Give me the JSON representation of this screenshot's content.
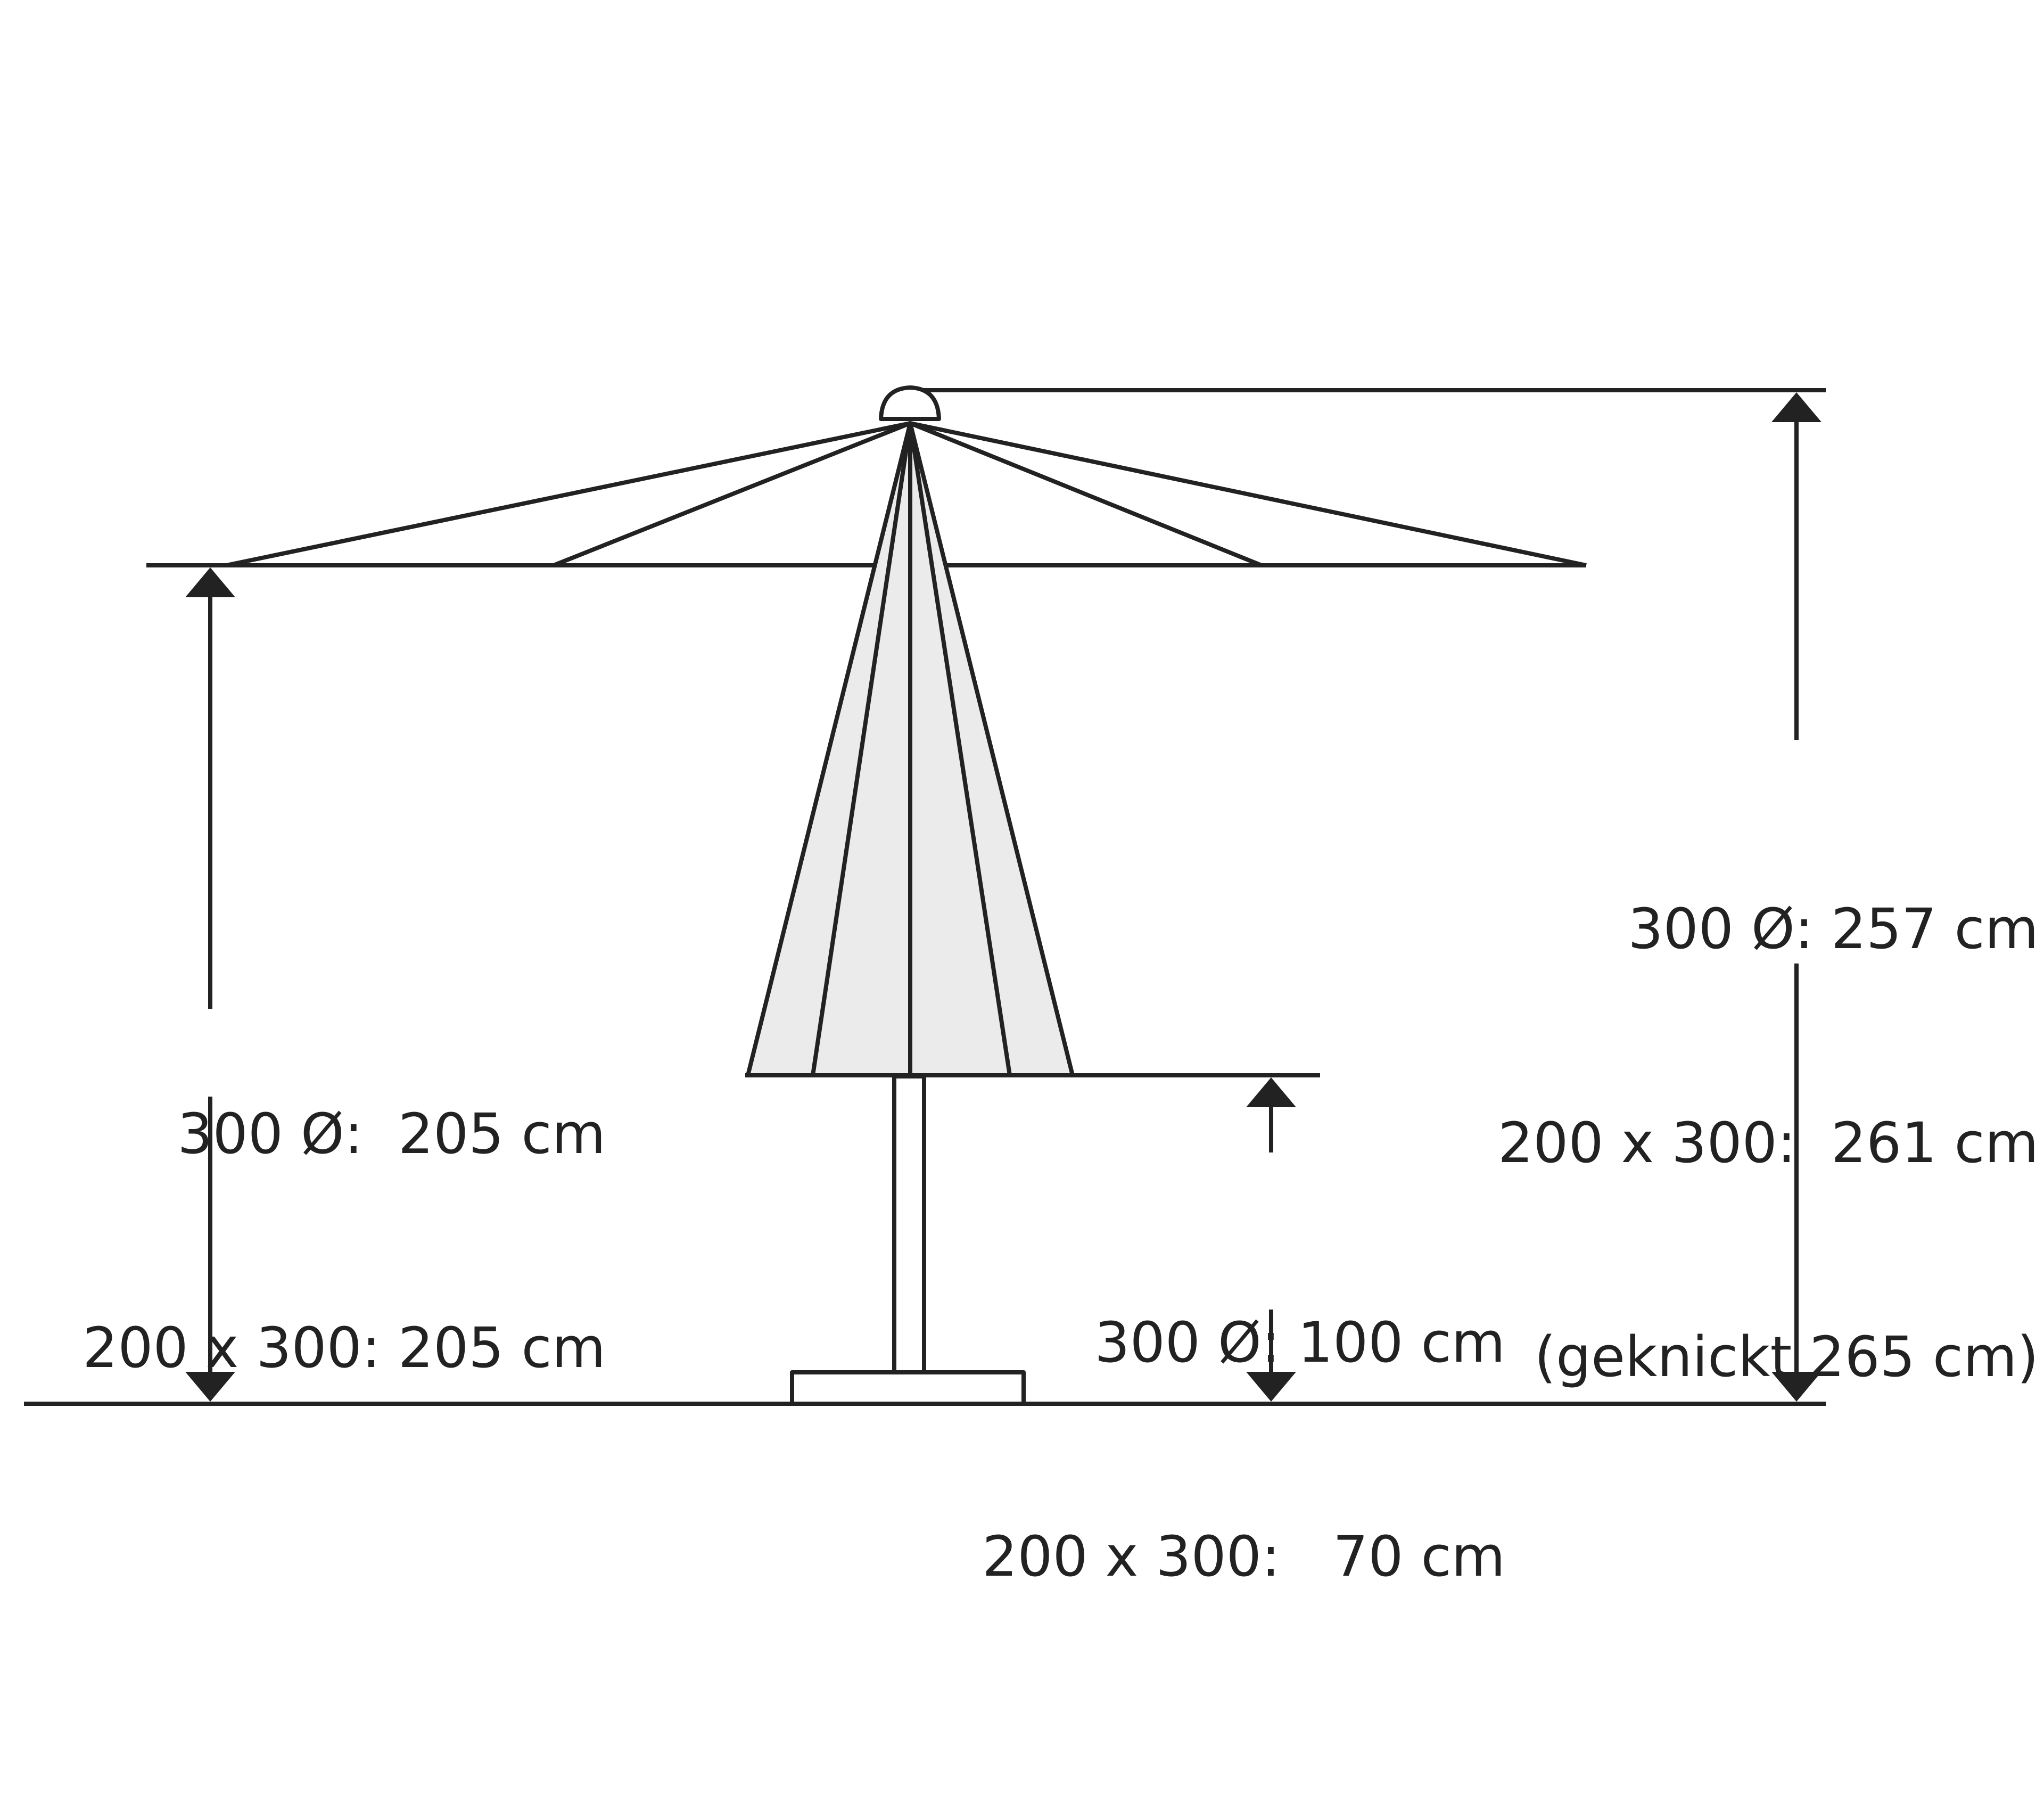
{
  "colors": {
    "line": "#222222",
    "canopy_fill": "#ebebeb",
    "background": "#ffffff"
  },
  "labels": {
    "canopy_height": {
      "line1": "300 Ø:  205 cm",
      "line2": "200 x 300: 205 cm"
    },
    "total_height": {
      "line1": "300 Ø: 257 cm",
      "line2": "200 x 300:  261 cm",
      "line3": "(geknickt 265 cm)"
    },
    "closed_clearance": {
      "line1": "300 Ø: 100 cm",
      "line2": "200 x 300:   70 cm"
    }
  }
}
